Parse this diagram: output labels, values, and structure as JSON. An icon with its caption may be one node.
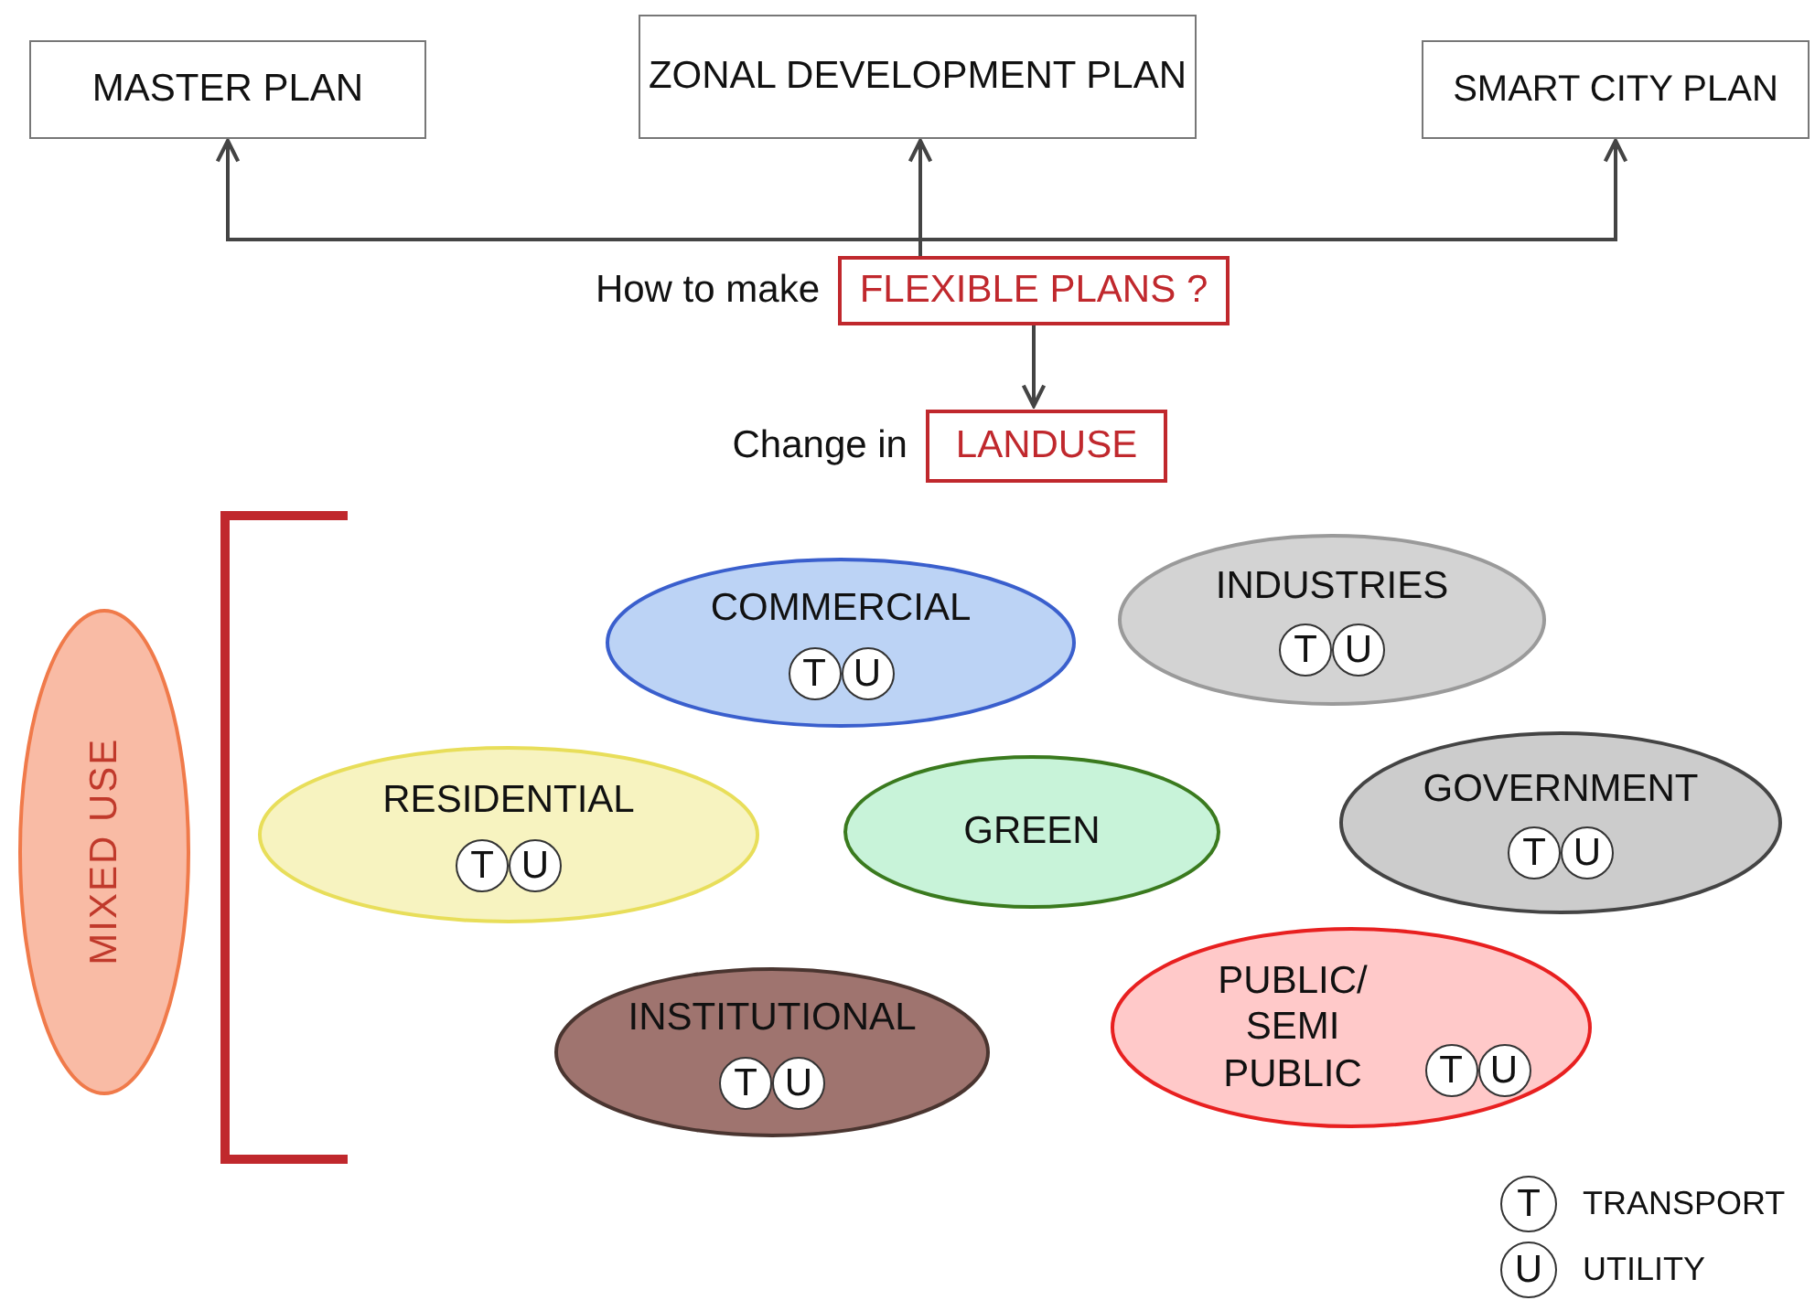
{
  "diagram": {
    "nodes": [
      {
        "text": [
          "MASTER PLAN"
        ]
      },
      {
        "text": [
          "ZONAL DEVELOPMENT PLAN"
        ]
      },
      {
        "text": [
          "SMART CITY PLAN"
        ]
      },
      {
        "text": [
          "FLEXIBLE PLANS ?"
        ],
        "beside": [
          "How to make"
        ]
      },
      {
        "text": [
          "LANDUSE"
        ],
        "beside": [
          "Change in"
        ]
      },
      {
        "text": [
          "MIXED USE"
        ]
      },
      {
        "text": [
          "COMMERCIAL",
          "T",
          "U"
        ]
      },
      {
        "text": [
          "INDUSTRIES",
          "T",
          "U"
        ]
      },
      {
        "text": [
          "RESIDENTIAL",
          "T",
          "U"
        ]
      },
      {
        "text": [
          "GREEN"
        ]
      },
      {
        "text": [
          "GOVERNMENT",
          "T",
          "U"
        ]
      },
      {
        "text": [
          "PUBLIC/ SEMI PUBLIC",
          "T",
          "U"
        ]
      },
      {
        "text": [
          "INSTITUTIONAL",
          "T",
          "U"
        ]
      }
    ],
    "edges": [
      {
        "from": 3,
        "to": 0,
        "arrow": "to"
      },
      {
        "from": 3,
        "to": 1,
        "arrow": "to"
      },
      {
        "from": 3,
        "to": 2,
        "arrow": "to"
      },
      {
        "from": 3,
        "to": 4,
        "arrow": "to"
      }
    ],
    "labels": [
      "T",
      "U"
    ],
    "legend": [
      {
        "text": "TRANSPORT"
      },
      {
        "text": "UTILITY"
      }
    ]
  }
}
